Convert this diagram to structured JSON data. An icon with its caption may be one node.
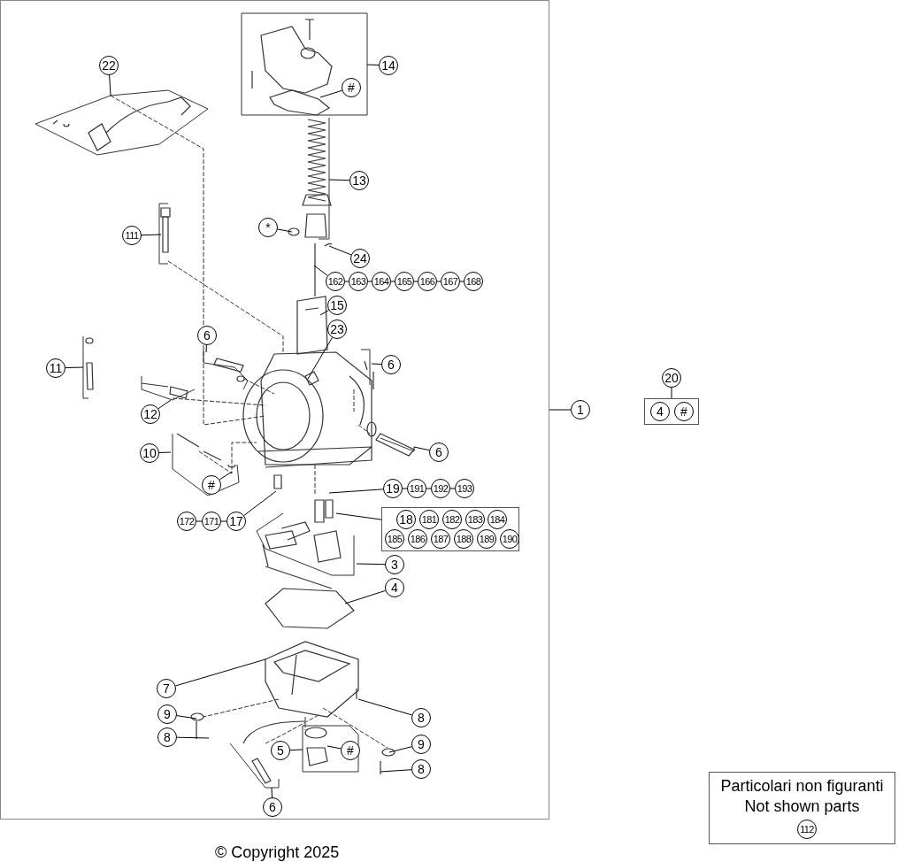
{
  "diagram": {
    "nodes": [
      {
        "text": [],
        "shape": "box"
      },
      {
        "text": [
          "22"
        ],
        "in": 0
      },
      {
        "text": [
          "14"
        ],
        "in": 0
      },
      {
        "text": [
          "#"
        ],
        "in": 0
      },
      {
        "text": [
          "13"
        ],
        "in": 0
      },
      {
        "text": [
          "*"
        ],
        "in": 0
      },
      {
        "text": [
          "24"
        ],
        "in": 0
      },
      {
        "text": [
          "111"
        ],
        "in": 0
      },
      {
        "text": [
          "162"
        ],
        "in": 0
      },
      {
        "text": [
          "163"
        ],
        "in": 0
      },
      {
        "text": [
          "164"
        ],
        "in": 0
      },
      {
        "text": [
          "165"
        ],
        "in": 0
      },
      {
        "text": [
          "166"
        ],
        "in": 0
      },
      {
        "text": [
          "167"
        ],
        "in": 0
      },
      {
        "text": [
          "168"
        ],
        "in": 0
      },
      {
        "text": [
          "15"
        ],
        "in": 0
      },
      {
        "text": [
          "6"
        ],
        "in": 0
      },
      {
        "text": [
          "23"
        ],
        "in": 0
      },
      {
        "text": [
          "11"
        ],
        "in": 0
      },
      {
        "text": [
          "6"
        ],
        "in": 0
      },
      {
        "text": [
          "12"
        ],
        "in": 0
      },
      {
        "text": [
          "10"
        ],
        "in": 0
      },
      {
        "text": [
          "6"
        ],
        "in": 0
      },
      {
        "text": [
          "#"
        ],
        "in": 0
      },
      {
        "text": [
          "19"
        ],
        "in": 0
      },
      {
        "text": [
          "191"
        ],
        "in": 0
      },
      {
        "text": [
          "192"
        ],
        "in": 0
      },
      {
        "text": [
          "193"
        ],
        "in": 0
      },
      {
        "text": [
          "172"
        ],
        "in": 0
      },
      {
        "text": [
          "171"
        ],
        "in": 0
      },
      {
        "text": [
          "17"
        ],
        "in": 0
      },
      {
        "text": [],
        "shape": "box",
        "in": 0
      },
      {
        "text": [
          "18"
        ],
        "in": 31
      },
      {
        "text": [
          "181"
        ],
        "in": 31
      },
      {
        "text": [
          "182"
        ],
        "in": 31
      },
      {
        "text": [
          "183"
        ],
        "in": 31
      },
      {
        "text": [
          "184"
        ],
        "in": 31
      },
      {
        "text": [
          "185"
        ],
        "in": 31
      },
      {
        "text": [
          "186"
        ],
        "in": 31
      },
      {
        "text": [
          "187"
        ],
        "in": 31
      },
      {
        "text": [
          "188"
        ],
        "in": 31
      },
      {
        "text": [
          "189"
        ],
        "in": 31
      },
      {
        "text": [
          "190"
        ],
        "in": 31
      },
      {
        "text": [
          "3"
        ],
        "in": 0
      },
      {
        "text": [
          "4"
        ],
        "in": 0
      },
      {
        "text": [
          "7"
        ],
        "in": 0
      },
      {
        "text": [
          "9"
        ],
        "in": 0
      },
      {
        "text": [
          "8"
        ],
        "in": 0
      },
      {
        "text": [
          "8"
        ],
        "in": 0
      },
      {
        "text": [
          "9"
        ],
        "in": 0
      },
      {
        "text": [
          "5"
        ],
        "in": 0
      },
      {
        "text": [
          "#"
        ],
        "in": 0
      },
      {
        "text": [
          "8"
        ],
        "in": 0
      },
      {
        "text": [
          "6"
        ],
        "in": 0
      },
      {
        "text": [
          "1"
        ]
      },
      {
        "text": [
          "20"
        ]
      },
      {
        "text": [],
        "shape": "box"
      },
      {
        "text": [
          "4"
        ],
        "in": 56
      },
      {
        "text": [
          "#"
        ],
        "in": 56
      },
      {
        "text": [
          "Particolari non figuranti",
          "Not shown parts"
        ]
      },
      {
        "text": [
          "112"
        ],
        "in": 59
      }
    ],
    "edges": [
      {
        "from": 1,
        "to": null,
        "arrow": "none"
      },
      {
        "from": 2,
        "to": null,
        "arrow": "none"
      },
      {
        "from": 3,
        "to": null,
        "arrow": "none"
      },
      {
        "from": 4,
        "to": null,
        "arrow": "none"
      },
      {
        "from": 5,
        "to": null,
        "arrow": "none"
      },
      {
        "from": 6,
        "to": null,
        "arrow": "none"
      },
      {
        "from": 7,
        "to": null,
        "arrow": "none"
      },
      {
        "from": 8,
        "to": null,
        "arrow": "none"
      },
      {
        "from": 8,
        "to": 9,
        "arrow": "none"
      },
      {
        "from": 9,
        "to": 10,
        "arrow": "none"
      },
      {
        "from": 10,
        "to": 11,
        "arrow": "none"
      },
      {
        "from": 11,
        "to": 12,
        "arrow": "none"
      },
      {
        "from": 12,
        "to": 13,
        "arrow": "none"
      },
      {
        "from": 13,
        "to": 14,
        "arrow": "none"
      },
      {
        "from": 15,
        "to": null,
        "arrow": "none"
      },
      {
        "from": 16,
        "to": null,
        "arrow": "none"
      },
      {
        "from": 17,
        "to": null,
        "arrow": "none"
      },
      {
        "from": 18,
        "to": null,
        "arrow": "none"
      },
      {
        "from": 19,
        "to": null,
        "arrow": "none"
      },
      {
        "from": 20,
        "to": null,
        "arrow": "none"
      },
      {
        "from": 21,
        "to": null,
        "arrow": "none"
      },
      {
        "from": 22,
        "to": null,
        "arrow": "none"
      },
      {
        "from": 23,
        "to": null,
        "arrow": "none"
      },
      {
        "from": 24,
        "to": null,
        "arrow": "none"
      },
      {
        "from": 24,
        "to": 25,
        "arrow": "none"
      },
      {
        "from": 25,
        "to": 26,
        "arrow": "none"
      },
      {
        "from": 26,
        "to": 27,
        "arrow": "none"
      },
      {
        "from": 30,
        "to": null,
        "arrow": "none"
      },
      {
        "from": 28,
        "to": 29,
        "arrow": "none"
      },
      {
        "from": 29,
        "to": 30,
        "arrow": "none"
      },
      {
        "from": 31,
        "to": null,
        "arrow": "none"
      },
      {
        "from": 43,
        "to": null,
        "arrow": "none"
      },
      {
        "from": 44,
        "to": null,
        "arrow": "none"
      },
      {
        "from": 45,
        "to": null,
        "arrow": "none"
      },
      {
        "from": 46,
        "to": null,
        "arrow": "none"
      },
      {
        "from": 47,
        "to": null,
        "arrow": "none"
      },
      {
        "from": 48,
        "to": null,
        "arrow": "none"
      },
      {
        "from": 49,
        "to": null,
        "arrow": "none"
      },
      {
        "from": 50,
        "to": null,
        "arrow": "none"
      },
      {
        "from": 51,
        "to": null,
        "arrow": "none"
      },
      {
        "from": 52,
        "to": null,
        "arrow": "none"
      },
      {
        "from": 53,
        "to": null,
        "arrow": "none"
      },
      {
        "from": 54,
        "to": 0,
        "arrow": "none"
      },
      {
        "from": 55,
        "to": 56,
        "arrow": "none"
      }
    ],
    "labels": [
      "© Copyright 2025"
    ]
  }
}
